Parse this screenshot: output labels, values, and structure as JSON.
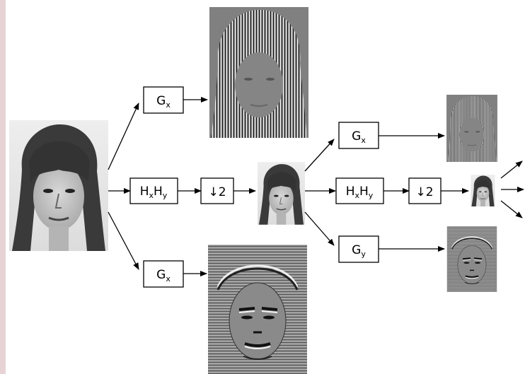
{
  "colors": {
    "side_strip": "#e7d3d5",
    "line": "#000000",
    "edge_tile_bg": "#7e7e7e"
  },
  "operators": {
    "gx": {
      "main": "G",
      "sub": "x"
    },
    "gy": {
      "main": "G",
      "sub": "y"
    },
    "hxhy": {
      "main1": "H",
      "sub1": "x",
      "main2": "H",
      "sub2": "y"
    },
    "down": {
      "arrow": "↓",
      "factor": "2"
    }
  },
  "images": {
    "level0_face": "face photograph (level 0)",
    "level0_gx": "horizontal derivative response",
    "level0_gy": "vertical derivative response",
    "level1_face": "downsampled face (level 1)",
    "level1_gx": "horizontal derivative response (level 1)",
    "level1_gy": "vertical derivative response (level 1)",
    "level2_face": "downsampled face (level 2)"
  }
}
